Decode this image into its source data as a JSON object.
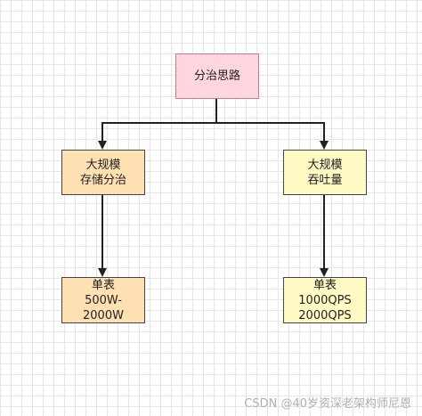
{
  "diagram": {
    "root": {
      "lines": [
        "分治思路"
      ],
      "fill": "#ffd6dd",
      "stroke": "#c77"
    },
    "left_mid": {
      "lines": [
        "大规模",
        "存储分治"
      ],
      "fill": "#ffe0b2",
      "stroke": "#555"
    },
    "right_mid": {
      "lines": [
        "大规模",
        "吞吐量"
      ],
      "fill": "#fff9c4",
      "stroke": "#555"
    },
    "left_leaf": {
      "lines": [
        "单表",
        "500W-",
        "2000W"
      ],
      "fill": "#ffe0b2",
      "stroke": "#555"
    },
    "right_leaf": {
      "lines": [
        "单表",
        "1000QPS",
        "2000QPS"
      ],
      "fill": "#fff9c4",
      "stroke": "#555"
    }
  },
  "watermark": "CSDN @40岁资深老架构师尼恩"
}
